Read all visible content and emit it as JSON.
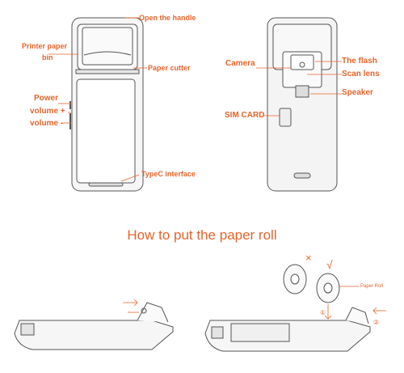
{
  "front_labels": {
    "open_handle": "Open the handle",
    "printer_bin_1": "Printer paper",
    "printer_bin_2": "bin",
    "paper_cutter": "Paper cutter",
    "power": "Power",
    "volume_up": "volume +",
    "volume_down": "volume -",
    "typec": "TypeC interface"
  },
  "back_labels": {
    "camera": "Camera",
    "flash": "The flash",
    "scan_lens": "Scan lens",
    "speaker": "Speaker",
    "sim_card": "SIM CARD"
  },
  "section_title": "How to put the paper roll",
  "roll_labels": {
    "paper_roll": "Paper Roll",
    "wrong_mark": "×",
    "right_mark": "√",
    "step_1": "①",
    "step_2": "②"
  },
  "colors": {
    "accent": "#e8632b",
    "line": "#555555",
    "body": "#f4f4f4"
  }
}
